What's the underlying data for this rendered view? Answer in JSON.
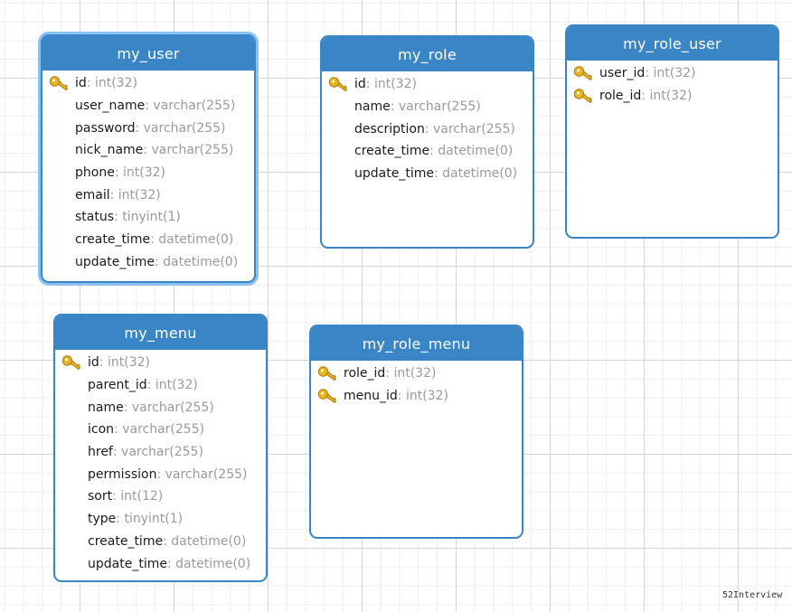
{
  "colors": {
    "header": "#3a85c6",
    "selected_glow": "#8cc2f2",
    "key": "#e8b420"
  },
  "tables": [
    {
      "name": "my_user",
      "selected": true,
      "fields": [
        {
          "name": "id",
          "type": ": int(32)",
          "pk": true
        },
        {
          "name": "user_name",
          "type": ": varchar(255)",
          "pk": false
        },
        {
          "name": "password",
          "type": ": varchar(255)",
          "pk": false
        },
        {
          "name": "nick_name",
          "type": ": varchar(255)",
          "pk": false
        },
        {
          "name": "phone",
          "type": ": int(32)",
          "pk": false
        },
        {
          "name": "email",
          "type": ": int(32)",
          "pk": false
        },
        {
          "name": "status",
          "type": ": tinyint(1)",
          "pk": false
        },
        {
          "name": "create_time",
          "type": ": datetime(0)",
          "pk": false
        },
        {
          "name": "update_time",
          "type": ": datetime(0)",
          "pk": false
        }
      ]
    },
    {
      "name": "my_role",
      "selected": false,
      "fields": [
        {
          "name": "id",
          "type": ": int(32)",
          "pk": true
        },
        {
          "name": "name",
          "type": ": varchar(255)",
          "pk": false
        },
        {
          "name": "description",
          "type": ": varchar(255)",
          "pk": false
        },
        {
          "name": "create_time",
          "type": ": datetime(0)",
          "pk": false
        },
        {
          "name": "update_time",
          "type": ": datetime(0)",
          "pk": false
        }
      ]
    },
    {
      "name": "my_role_user",
      "selected": false,
      "fields": [
        {
          "name": "user_id",
          "type": ": int(32)",
          "pk": true
        },
        {
          "name": "role_id",
          "type": ": int(32)",
          "pk": true
        }
      ]
    },
    {
      "name": "my_menu",
      "selected": false,
      "fields": [
        {
          "name": "id",
          "type": ": int(32)",
          "pk": true
        },
        {
          "name": "parent_id",
          "type": ": int(32)",
          "pk": false
        },
        {
          "name": "name",
          "type": ": varchar(255)",
          "pk": false
        },
        {
          "name": "icon",
          "type": ": varchar(255)",
          "pk": false
        },
        {
          "name": "href",
          "type": ": varchar(255)",
          "pk": false
        },
        {
          "name": "permission",
          "type": ": varchar(255)",
          "pk": false
        },
        {
          "name": "sort",
          "type": ": int(12)",
          "pk": false
        },
        {
          "name": "type",
          "type": ": tinyint(1)",
          "pk": false
        },
        {
          "name": "create_time",
          "type": ": datetime(0)",
          "pk": false
        },
        {
          "name": "update_time",
          "type": ": datetime(0)",
          "pk": false
        }
      ]
    },
    {
      "name": "my_role_menu",
      "selected": false,
      "fields": [
        {
          "name": "role_id",
          "type": ": int(32)",
          "pk": true
        },
        {
          "name": "menu_id",
          "type": ": int(32)",
          "pk": true
        }
      ]
    }
  ],
  "watermark": "52Interview"
}
